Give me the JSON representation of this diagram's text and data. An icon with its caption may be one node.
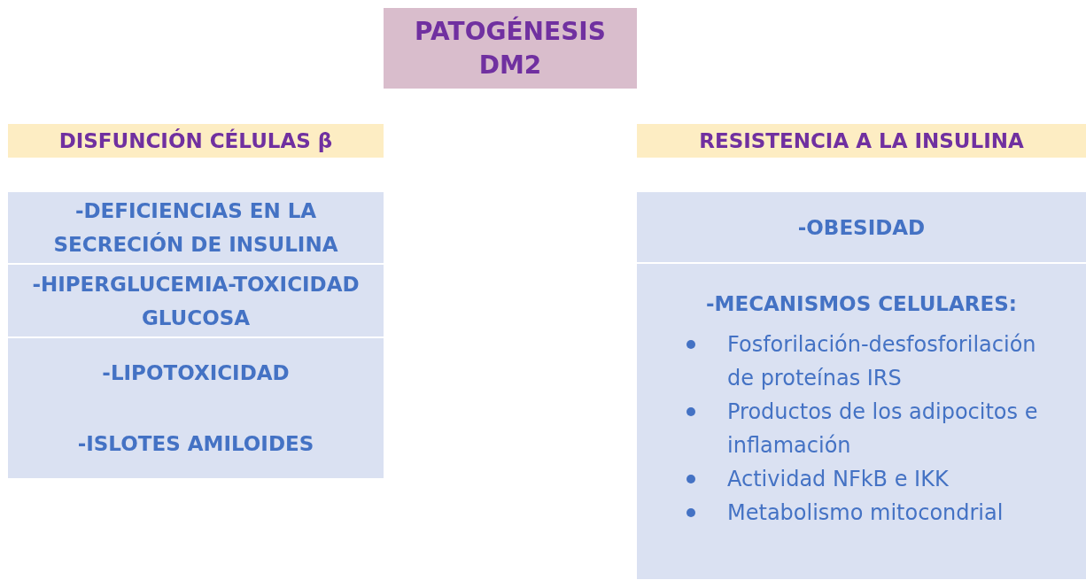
{
  "diagram": {
    "nodes": [
      {
        "text": [
          "PATOGÉNESIS DM2"
        ]
      },
      {
        "text": [
          "DISFUNCIÓN CÉLULAS β"
        ]
      },
      {
        "text": [
          "RESISTENCIA A LA INSULINA"
        ]
      },
      {
        "text": [
          "-DEFICIENCIAS EN LA SECRECIÓN DE INSULINA"
        ]
      },
      {
        "text": [
          "-OBESIDAD"
        ]
      },
      {
        "text": [
          "-HIPERGLUCEMIA-TOXICIDAD GLUCOSA"
        ]
      },
      {
        "text": [
          "-MECANISMOS CELULARES:",
          "Fosforilación-desfosforilación de proteínas IRS",
          "Productos de los adipocitos e inflamación",
          "Actividad NFkB e IKK",
          "Metabolismo mitocondrial"
        ]
      },
      {
        "text": [
          "-LIPOTOXICIDAD",
          "-ISLOTES AMILOIDES"
        ]
      }
    ],
    "edges": []
  }
}
